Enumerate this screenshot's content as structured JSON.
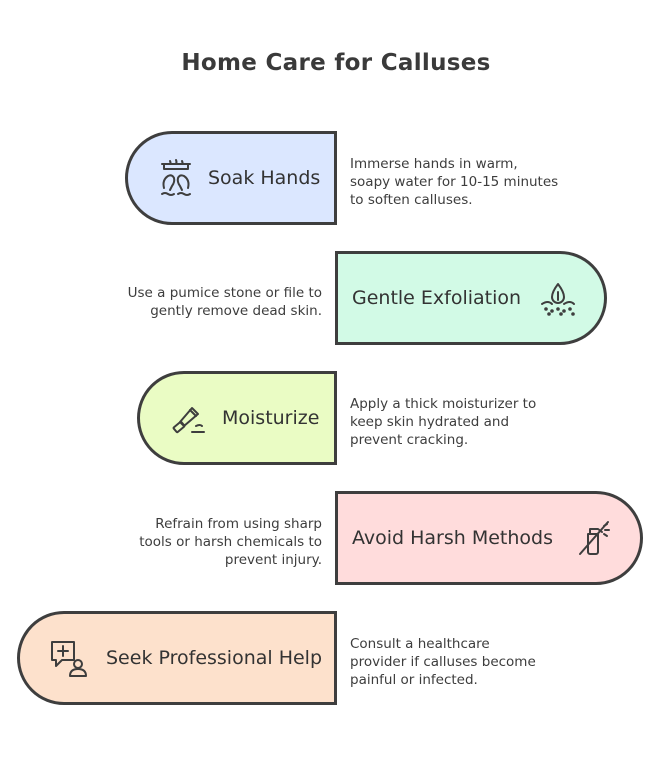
{
  "title": "Home Care for Calluses",
  "steps": [
    {
      "label": "Soak Hands",
      "icon": "soak-hands-icon",
      "color": "#dbe7ff",
      "description": [
        "Immerse hands in warm,",
        "soapy water for 10-15 minutes",
        "to soften calluses."
      ]
    },
    {
      "label": "Gentle Exfoliation",
      "icon": "skin-exfoliation-icon",
      "color": "#d2fae6",
      "description": [
        "Use a pumice stone or file to",
        "gently remove dead skin."
      ]
    },
    {
      "label": "Moisturize",
      "icon": "moisturizer-tube-icon",
      "color": "#eafcc4",
      "description": [
        "Apply a thick moisturizer to",
        "keep skin hydrated and",
        "prevent cracking."
      ]
    },
    {
      "label": "Avoid Harsh Methods",
      "icon": "no-spray-icon",
      "color": "#ffdcdc",
      "description": [
        "Refrain from using sharp",
        "tools or harsh chemicals to",
        "prevent injury."
      ]
    },
    {
      "label": "Seek Professional Help",
      "icon": "medical-consult-icon",
      "color": "#fde1cc",
      "description": [
        "Consult a healthcare",
        "provider if calluses become",
        "painful or infected."
      ]
    }
  ]
}
